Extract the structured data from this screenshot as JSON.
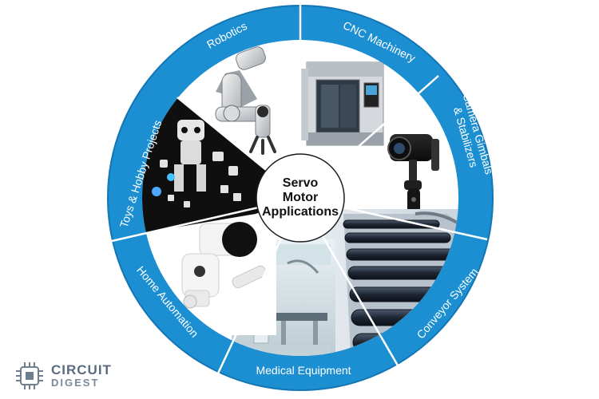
{
  "diagram": {
    "center_lines": [
      "Servo",
      "Motor",
      "Applications"
    ],
    "segments": [
      {
        "label": "Robotics",
        "image": "robot-arm"
      },
      {
        "label": "CNC Machinery",
        "image": "cnc-machine"
      },
      {
        "label": "Camera Gimbals & Stabilizers",
        "label_lines": [
          "Camera Gimbals",
          "& Stabilizers"
        ],
        "image": "camera-gimbal"
      },
      {
        "label": "Conveyor System",
        "image": "conveyor-rollers"
      },
      {
        "label": "Medical Equipment",
        "image": "surgical-robot"
      },
      {
        "label": "Home Automation",
        "image": "smart-devices"
      },
      {
        "label": "Toys & Hobby Projects",
        "image": "toy-robot-kit"
      }
    ]
  },
  "logo": {
    "line1": "CIRCUIT",
    "line2": "DIGEST",
    "icon": "chip-logo-icon"
  },
  "colors": {
    "ring": "#1b8fd2",
    "ring_edge": "#1475b4",
    "divider": "#ffffff",
    "center_fill": "#ffffff",
    "text_dark": "#111111"
  }
}
